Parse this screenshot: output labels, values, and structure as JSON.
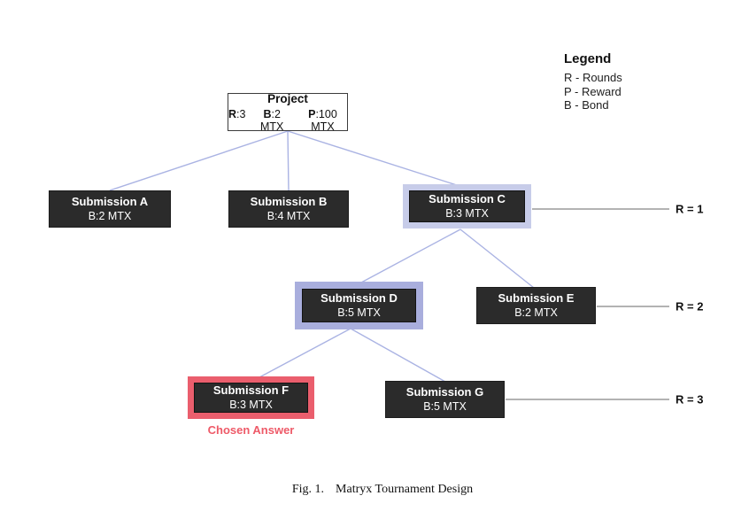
{
  "legend": {
    "title": "Legend",
    "items": [
      "R - Rounds",
      "P - Reward",
      "B - Bond"
    ]
  },
  "project": {
    "title": "Project",
    "stats": [
      {
        "k": "R",
        "v": ":3"
      },
      {
        "k": "B",
        "v": ":2 MTX"
      },
      {
        "k": "P",
        "v": ":100 MTX"
      }
    ]
  },
  "nodes": [
    {
      "title": "Submission A",
      "bond": "B:2 MTX",
      "round": 1,
      "highlight": "none"
    },
    {
      "title": "Submission B",
      "bond": "B:4 MTX",
      "round": 1,
      "highlight": "none"
    },
    {
      "title": "Submission C",
      "bond": "B:3 MTX",
      "round": 1,
      "highlight": "lavender"
    },
    {
      "title": "Submission D",
      "bond": "B:5 MTX",
      "round": 2,
      "highlight": "purple"
    },
    {
      "title": "Submission E",
      "bond": "B:2 MTX",
      "round": 2,
      "highlight": "none"
    },
    {
      "title": "Submission F",
      "bond": "B:3 MTX",
      "round": 3,
      "highlight": "red",
      "note": "Chosen Answer"
    },
    {
      "title": "Submission G",
      "bond": "B:5 MTX",
      "round": 3,
      "highlight": "none"
    }
  ],
  "round_labels": [
    "R = 1",
    "R = 2",
    "R = 3"
  ],
  "caption": {
    "fig": "Fig. 1.",
    "text": "Matryx Tournament Design"
  },
  "colors": {
    "node_bg": "#2b2b2b",
    "highlight_lavender": "#c7cce9",
    "highlight_purple": "#a9aedd",
    "highlight_red": "#ea5e6d",
    "chosen_text": "#ee5a68",
    "connector": "#aab3e3",
    "round_line": "#9a9a9a"
  }
}
